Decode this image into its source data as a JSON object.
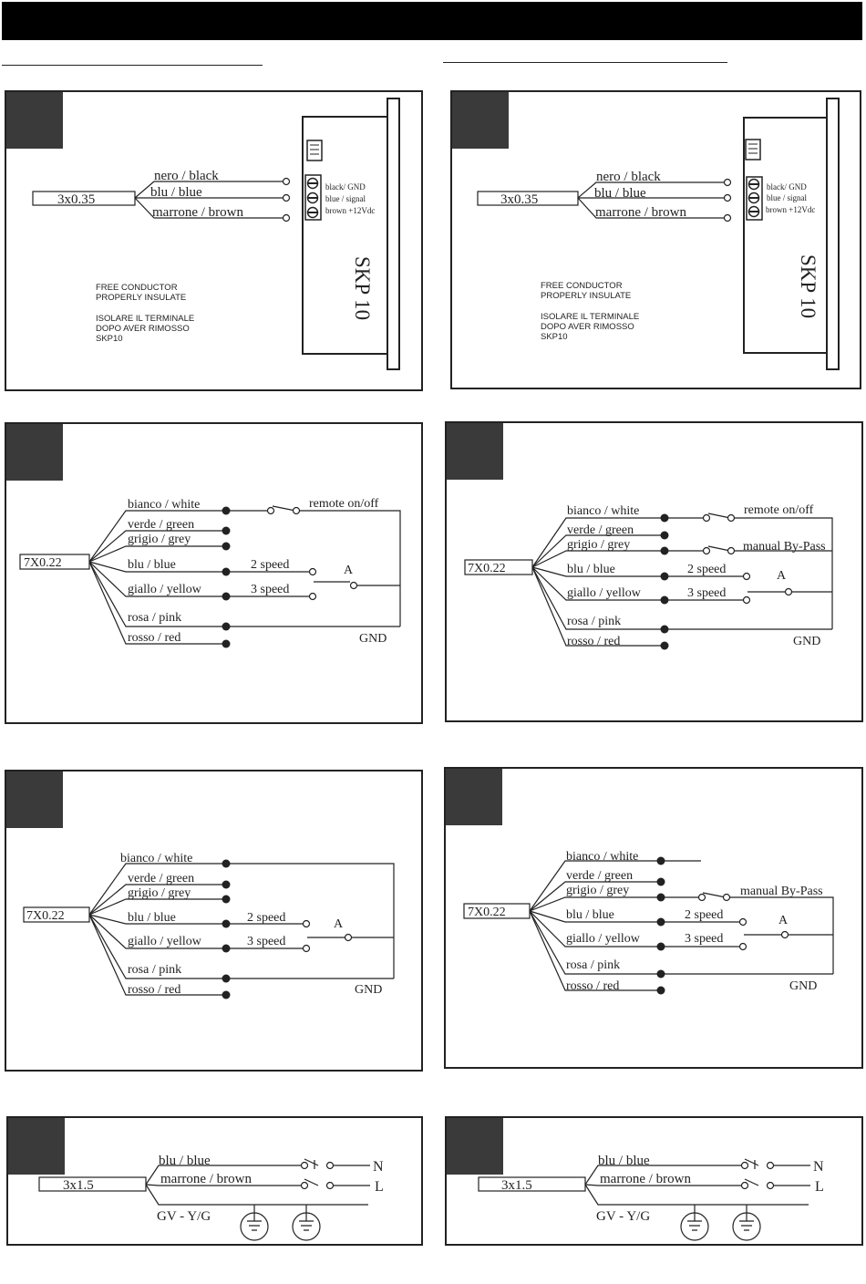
{
  "panels": {
    "p1": {
      "cable": "3x0.35",
      "wires": [
        "nero / black",
        "blu / blue",
        "marrone / brown"
      ],
      "terminals": [
        "black/ GND",
        "blue / signal",
        "brown  +12Vdc"
      ],
      "device": "SKP 10",
      "note1": [
        "FREE CONDUCTOR",
        "PROPERLY INSULATE"
      ],
      "note2": [
        "ISOLARE IL TERMINALE",
        "DOPO AVER RIMOSSO",
        "SKP10"
      ]
    },
    "p2": {
      "cable": "3x0.35",
      "wires": [
        "nero / black",
        "blu / blue",
        "marrone / brown"
      ],
      "terminals": [
        "black/ GND",
        "blue / signal",
        "brown  +12Vdc"
      ],
      "device": "SKP 10",
      "note1": [
        "FREE CONDUCTOR",
        "PROPERLY INSULATE"
      ],
      "note2": [
        "ISOLARE IL TERMINALE",
        "DOPO AVER RIMOSSO",
        "SKP10"
      ]
    },
    "p3": {
      "cable": "7X0.22",
      "wires": [
        "bianco / white",
        "verde / green",
        "grigio / grey",
        "blu / blue",
        "giallo / yellow",
        "rosa / pink",
        "rosso / red"
      ],
      "remote": "remote on/off",
      "speed2": "2 speed",
      "speed3": "3 speed",
      "common": "A",
      "gnd": "GND"
    },
    "p4": {
      "cable": "7X0.22",
      "wires": [
        "bianco / white",
        "verde / green",
        "grigio / grey",
        "blu / blue",
        "giallo / yellow",
        "rosa / pink",
        "rosso / red"
      ],
      "remote": "remote on/off",
      "bypass": "manual By-Pass",
      "speed2": "2 speed",
      "speed3": "3 speed",
      "common": "A",
      "gnd": "GND"
    },
    "p5": {
      "cable": "7X0.22",
      "wires": [
        "bianco / white",
        "verde / green",
        "grigio / grey",
        "blu / blue",
        "giallo / yellow",
        "rosa / pink",
        "rosso / red"
      ],
      "speed2": "2 speed",
      "speed3": "3 speed",
      "common": "A",
      "gnd": "GND"
    },
    "p6": {
      "cable": "7X0.22",
      "wires": [
        "bianco / white",
        "verde / green",
        "grigio / grey",
        "blu / blue",
        "giallo / yellow",
        "rosa / pink",
        "rosso / red"
      ],
      "bypass": "manual By-Pass",
      "speed2": "2 speed",
      "speed3": "3 speed",
      "common": "A",
      "gnd": "GND"
    },
    "p7": {
      "cable": "3x1.5",
      "wires": [
        "blu / blue",
        "marrone / brown",
        "GV - Y/G"
      ],
      "n": "N",
      "l": "L"
    },
    "p8": {
      "cable": "3x1.5",
      "wires": [
        "blu / blue",
        "marrone / brown",
        "GV - Y/G"
      ],
      "n": "N",
      "l": "L"
    }
  }
}
